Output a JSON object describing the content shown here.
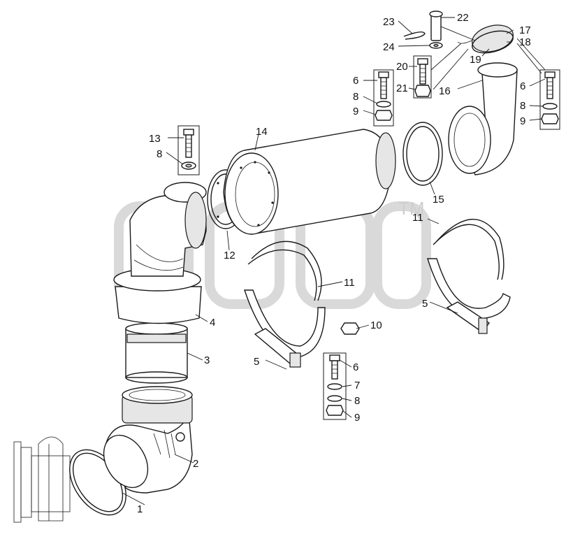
{
  "watermark": {
    "text": "ТМ"
  },
  "labels": {
    "l1": "1",
    "l2": "2",
    "l3": "3",
    "l4": "4",
    "l5a": "5",
    "l5b": "5",
    "l6a": "6",
    "l6b": "6",
    "l6c": "6",
    "l7": "7",
    "l8a": "8",
    "l8b": "8",
    "l8c": "8",
    "l8d": "8",
    "l9a": "9",
    "l9b": "9",
    "l9c": "9",
    "l10": "10",
    "l11a": "11",
    "l11b": "11",
    "l12": "12",
    "l13": "13",
    "l14": "14",
    "l15": "15",
    "l16": "16",
    "l17": "17",
    "l18": "18",
    "l19": "19",
    "l20": "20",
    "l21": "21",
    "l22": "22",
    "l23": "23",
    "l24": "24"
  }
}
